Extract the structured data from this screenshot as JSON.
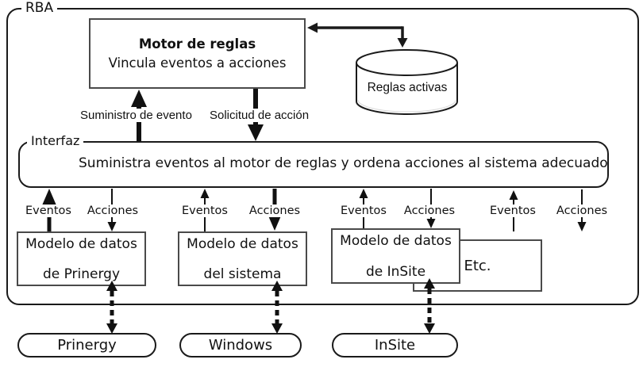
{
  "colors": {
    "line": "#1a1a1a",
    "box_border": "#4a4a4a",
    "background": "#ffffff"
  },
  "diagram": {
    "rba_label": "RBA",
    "rule_engine": {
      "title": "Motor de reglas",
      "subtitle": "Vincula eventos a acciones"
    },
    "rules_store": {
      "label": "Reglas activas"
    },
    "engine_links": {
      "event_supply": "Suministro de evento",
      "action_request": "Solicitud de acción"
    },
    "interface": {
      "label": "Interfaz",
      "description": "Suministra eventos al motor de reglas y ordena acciones al sistema adecuado"
    },
    "channels": [
      {
        "events": "Eventos",
        "actions": "Acciones"
      },
      {
        "events": "Eventos",
        "actions": "Acciones"
      },
      {
        "events": "Eventos",
        "actions": "Acciones"
      },
      {
        "events": "Eventos",
        "actions": "Acciones"
      }
    ],
    "data_models": [
      {
        "line1": "Modelo de datos",
        "line2": "de Prinergy"
      },
      {
        "line1": "Modelo de datos",
        "line2": "del sistema"
      },
      {
        "line1": "Modelo de datos",
        "line2": "de InSite"
      }
    ],
    "etc_label": "Etc.",
    "systems": [
      "Prinergy",
      "Windows",
      "InSite"
    ]
  }
}
